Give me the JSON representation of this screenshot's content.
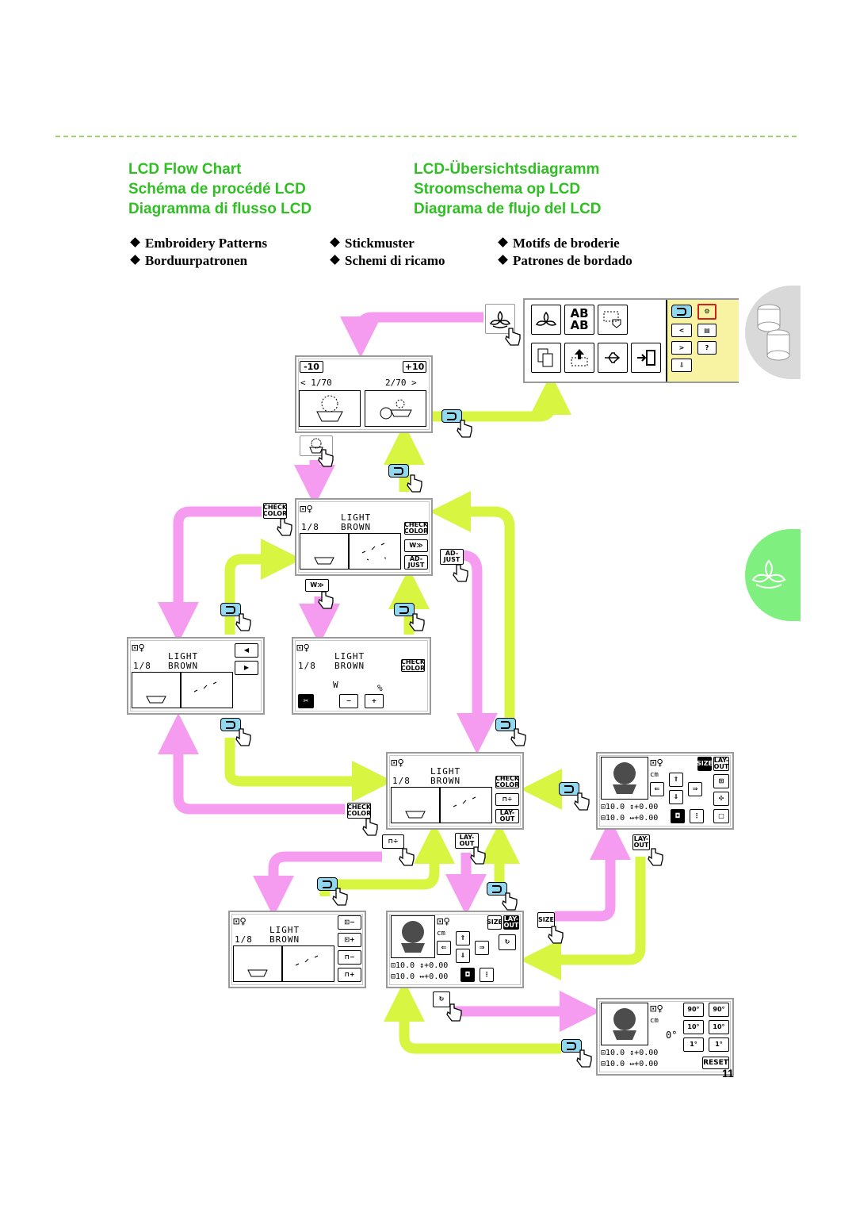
{
  "titles": {
    "en": "LCD Flow Chart",
    "fr": "Schéma de procédé LCD",
    "it": "Diagramma di flusso LCD",
    "de": "LCD-Übersichtsdiagramm",
    "nl": "Stroomschema op LCD",
    "es": "Diagrama de flujo del LCD"
  },
  "bullets": {
    "en": "Embroidery Patterns",
    "de": "Stickmuster",
    "fr": "Motifs de broderie",
    "nl": "Borduurpatronen",
    "it": "Schemi di ricamo",
    "es": "Patrones de bordado"
  },
  "screens": {
    "selector": {
      "minus": "-10",
      "plus": "+10",
      "prev": "< 1/70",
      "next": "2/70 >"
    },
    "color": {
      "line1": "LIGHT",
      "line2": "BROWN",
      "count": "1/8",
      "check_color": "CHECK COLOR",
      "adjust": "AD- JUST"
    },
    "speed": {
      "percent": "%"
    },
    "layout": {
      "cm": "cm",
      "width": "10.0",
      "height": "10.0",
      "dx": "+0.00",
      "dy": "+0.00",
      "size": "SIZE",
      "layout_btn": "LAY- OUT"
    },
    "rotate": {
      "angle": "0°",
      "r90l": "90°",
      "r90r": "90°",
      "r10l": "10°",
      "r10r": "10°",
      "r1l": "1°",
      "r1r": "1°",
      "reset": "RESET"
    }
  },
  "page_number": "11",
  "colors": {
    "title_green": "#2fbf22",
    "pink_arrow": "#f59cf0",
    "lime_arrow": "#d8f542",
    "back_blue": "#8fd8f0",
    "tab_green": "#7ff07f"
  }
}
